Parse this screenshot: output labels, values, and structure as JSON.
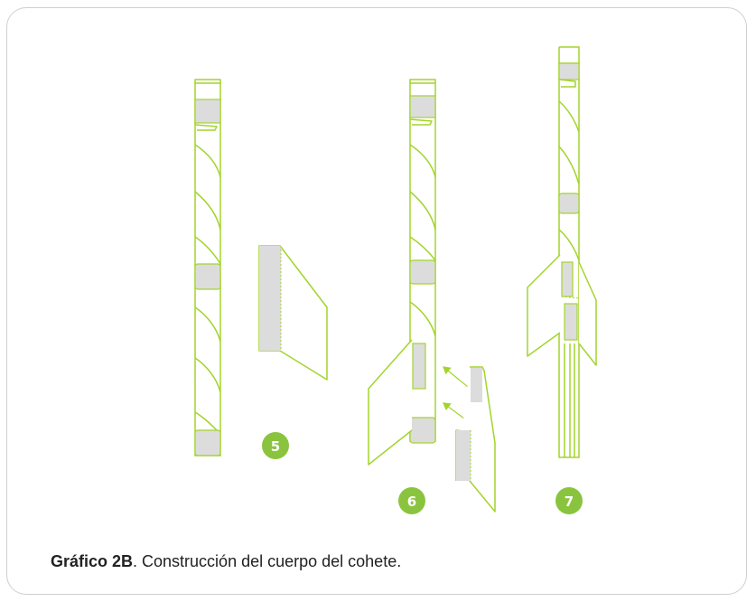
{
  "figure": {
    "caption_label": "Gráfico 2B",
    "caption_text": ". Construcción del cuerpo del cohete.",
    "steps": [
      "5",
      "6",
      "7"
    ]
  },
  "colors": {
    "outline": "#a3d42c",
    "tape": "#dcdcdc",
    "badge": "#8ac43f"
  }
}
